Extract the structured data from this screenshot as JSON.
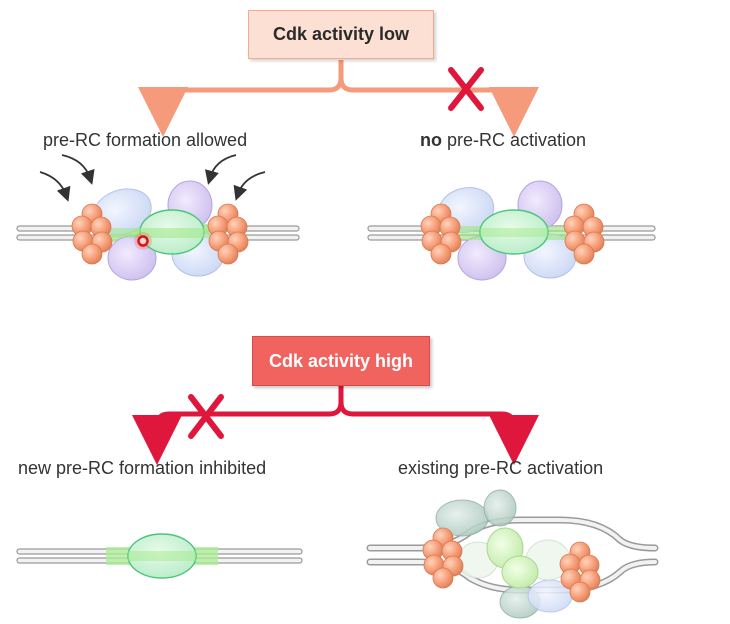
{
  "top": {
    "box_label": "Cdk activity low",
    "left_label": "pre-RC formation allowed",
    "right_label_bold": "no",
    "right_label_rest": " pre-RC activation"
  },
  "bottom": {
    "box_label": "Cdk activity high",
    "left_label": "new pre-RC formation inhibited",
    "right_label": "existing pre-RC activation"
  },
  "colors": {
    "low_branch": "#f59a7a",
    "high_branch": "#e0173c",
    "block_mark": "#e0173c",
    "orc_orange": "#f5a07a",
    "mcm_green": "#bdeeca",
    "dna_grey": "#9a9a9a"
  }
}
